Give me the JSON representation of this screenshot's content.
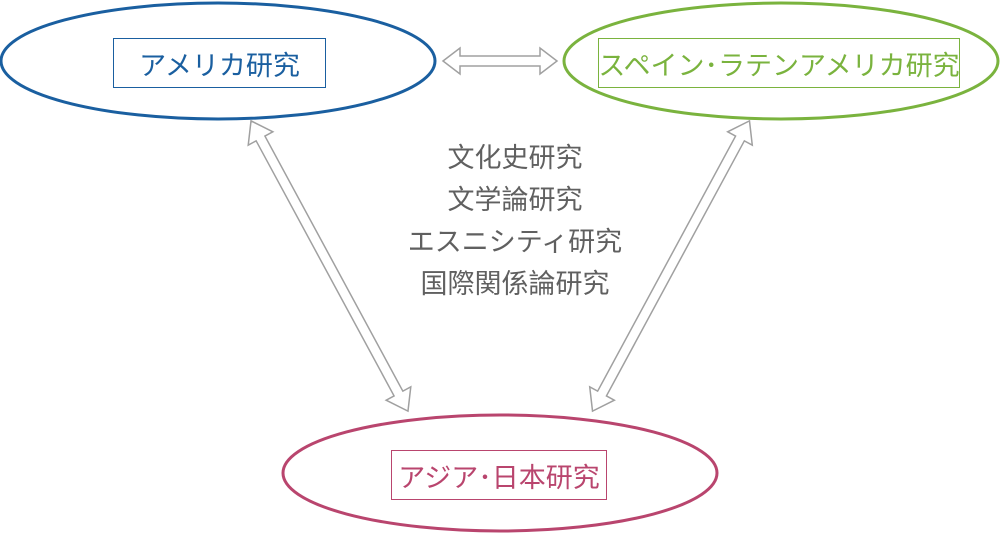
{
  "nodes": {
    "america": {
      "label": "アメリカ研究",
      "color": "#1a5fa0"
    },
    "spain_latin_america": {
      "label": "スペイン･ラテンアメリカ研究",
      "color": "#7ab33e"
    },
    "asia_japan": {
      "label": "アジア･日本研究",
      "color": "#b9456e"
    }
  },
  "center_topics": [
    "文化史研究",
    "文学論研究",
    "エスニシティ研究",
    "国際関係論研究"
  ],
  "arrow_color": "#a0a0a0"
}
